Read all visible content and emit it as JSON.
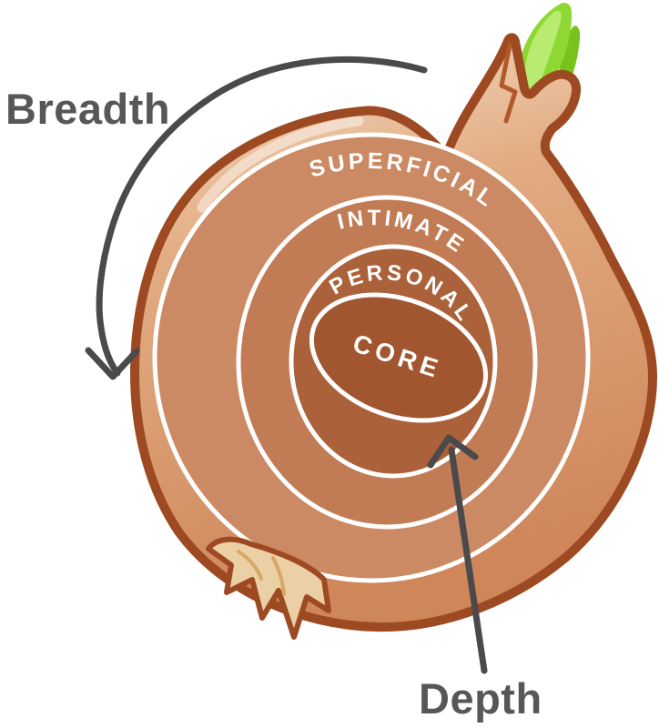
{
  "diagram": {
    "type": "onion-model",
    "side_labels": {
      "breadth": "Breadth",
      "depth": "Depth"
    },
    "rings": [
      {
        "label": "SUPERFICIAL",
        "color": "#cb8a63"
      },
      {
        "label": "INTIMATE",
        "color": "#c27c55"
      },
      {
        "label": "PERSONAL",
        "color": "#ab613a"
      },
      {
        "label": "CORE",
        "color": "#a2562f"
      }
    ],
    "colors": {
      "outline": "#9d4a22",
      "skin_light": "#f6e3cb",
      "skin_mid": "#e2ab82",
      "skin_dark": "#cf8659",
      "ring_divider": "#ffffff",
      "ring_label_text": "#ffffff",
      "side_label_text": "#57575a",
      "arrow": "#4a4a4c",
      "sprout_green": "#8fd833",
      "sprout_green_dark": "#76c31d",
      "sprout_green_light": "#c0ee7a",
      "neck_crease": "#b2592a",
      "roots_fill": "#ecd0a5",
      "roots_shade": "#d8a765"
    }
  }
}
